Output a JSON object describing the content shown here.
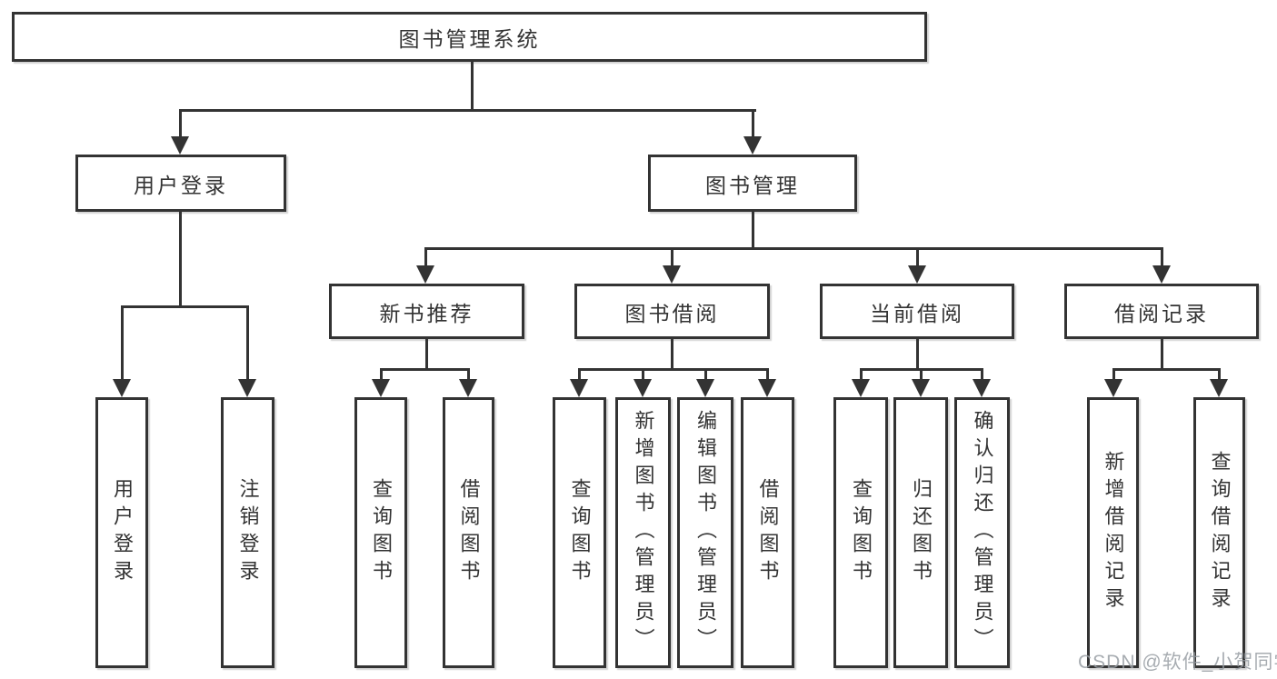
{
  "tree": {
    "root": {
      "label": "图书管理系统",
      "children": [
        {
          "label": "用户登录",
          "children": [
            {
              "label": "用户登录"
            },
            {
              "label": "注销登录"
            }
          ]
        },
        {
          "label": "图书管理",
          "children": [
            {
              "label": "新书推荐",
              "children": [
                {
                  "label": "查询图书"
                },
                {
                  "label": "借阅图书"
                }
              ]
            },
            {
              "label": "图书借阅",
              "children": [
                {
                  "label": "查询图书"
                },
                {
                  "label": "新增图书（管理员）"
                },
                {
                  "label": "编辑图书（管理员）"
                },
                {
                  "label": "借阅图书"
                }
              ]
            },
            {
              "label": "当前借阅",
              "children": [
                {
                  "label": "查询图书"
                },
                {
                  "label": "归还图书"
                },
                {
                  "label": "确认归还（管理员）"
                }
              ]
            },
            {
              "label": "借阅记录",
              "children": [
                {
                  "label": "新增借阅记录"
                },
                {
                  "label": "查询借阅记录"
                }
              ]
            }
          ]
        }
      ]
    }
  },
  "watermark": {
    "text": "CSDN @软件_小贺同学"
  },
  "colors": {
    "line": "#333333",
    "text": "#333333",
    "background": "#ffffff",
    "watermark": "#989da3"
  }
}
